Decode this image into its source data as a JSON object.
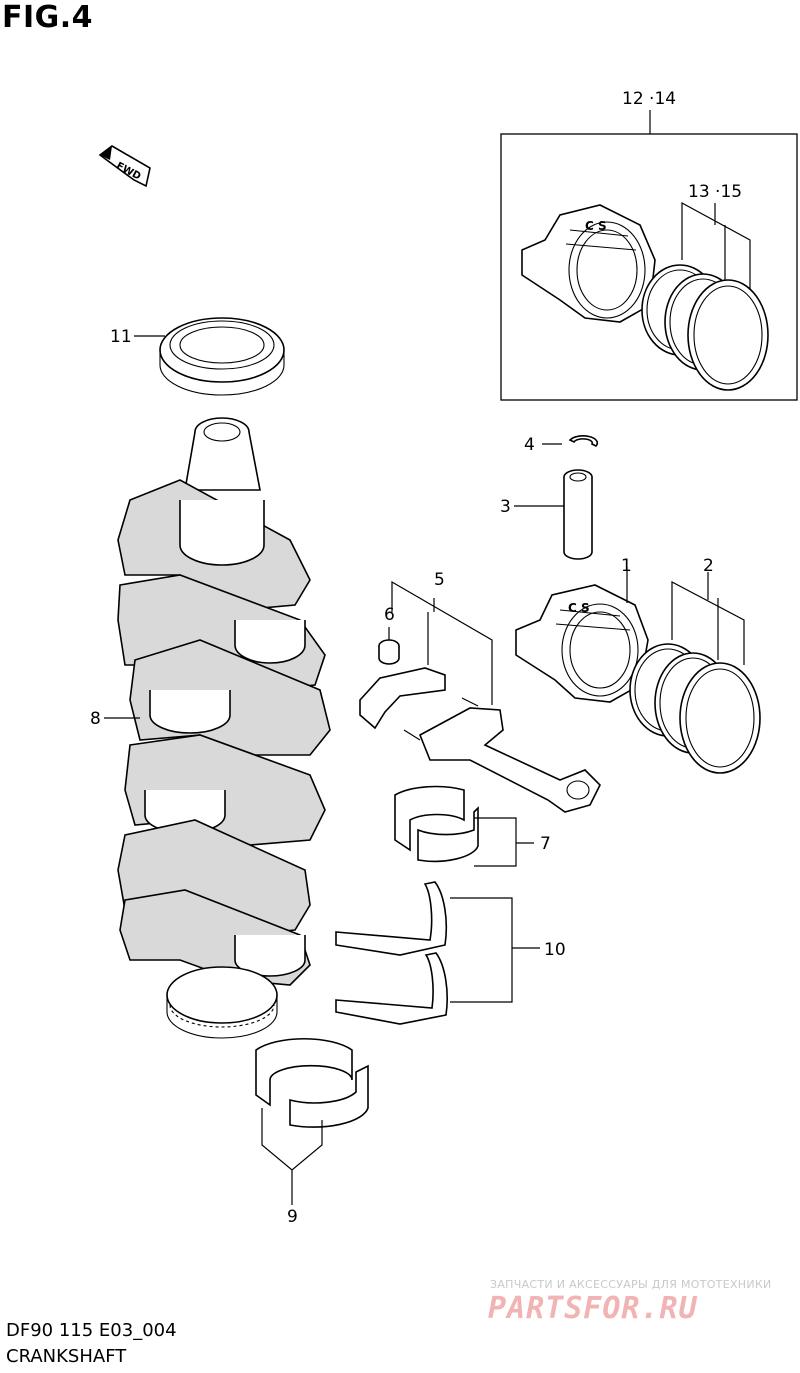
{
  "figure": {
    "title": "FIG.4",
    "code": "DF90 115 E03_004",
    "name": "CRANKSHAFT"
  },
  "direction_badge": "FWD",
  "callouts": {
    "p1": "1",
    "p2": "2",
    "p3": "3",
    "p4": "4",
    "p5": "5",
    "p6": "6",
    "p7": "7",
    "p8": "8",
    "p9": "9",
    "p10": "10",
    "p11": "11",
    "p12_14": "12 ·14",
    "p13_15": "13 ·15"
  },
  "watermark": {
    "caption": "ЗАПЧАСТИ И АКСЕССУАРЫ ДЛЯ МОТОТЕХНИКИ",
    "logo": "PARTSFOR.RU"
  }
}
